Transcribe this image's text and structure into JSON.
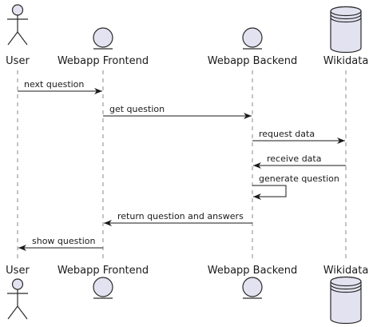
{
  "diagram": {
    "participants": [
      {
        "id": "user",
        "kind": "actor",
        "label": "User",
        "icon": "actor-stick-figure-icon"
      },
      {
        "id": "frontend",
        "kind": "entity",
        "label": "Webapp Frontend",
        "icon": "entity-circle-icon"
      },
      {
        "id": "backend",
        "kind": "entity",
        "label": "Webapp Backend",
        "icon": "entity-circle-icon"
      },
      {
        "id": "wikidata",
        "kind": "database",
        "label": "Wikidata",
        "icon": "database-cylinder-icon"
      }
    ],
    "messages": [
      {
        "from": "user",
        "to": "frontend",
        "label": "next question"
      },
      {
        "from": "frontend",
        "to": "backend",
        "label": "get question"
      },
      {
        "from": "backend",
        "to": "wikidata",
        "label": "request data"
      },
      {
        "from": "wikidata",
        "to": "backend",
        "label": "receive data"
      },
      {
        "from": "backend",
        "to": "backend",
        "label": "generate question"
      },
      {
        "from": "backend",
        "to": "frontend",
        "label": "return question and answers"
      },
      {
        "from": "frontend",
        "to": "user",
        "label": "show question"
      }
    ],
    "colors": {
      "shape_fill": "#e2e2f0",
      "stroke": "#2a2a2a",
      "lifeline": "#8a8a8a",
      "text": "#1a1a1a"
    }
  }
}
